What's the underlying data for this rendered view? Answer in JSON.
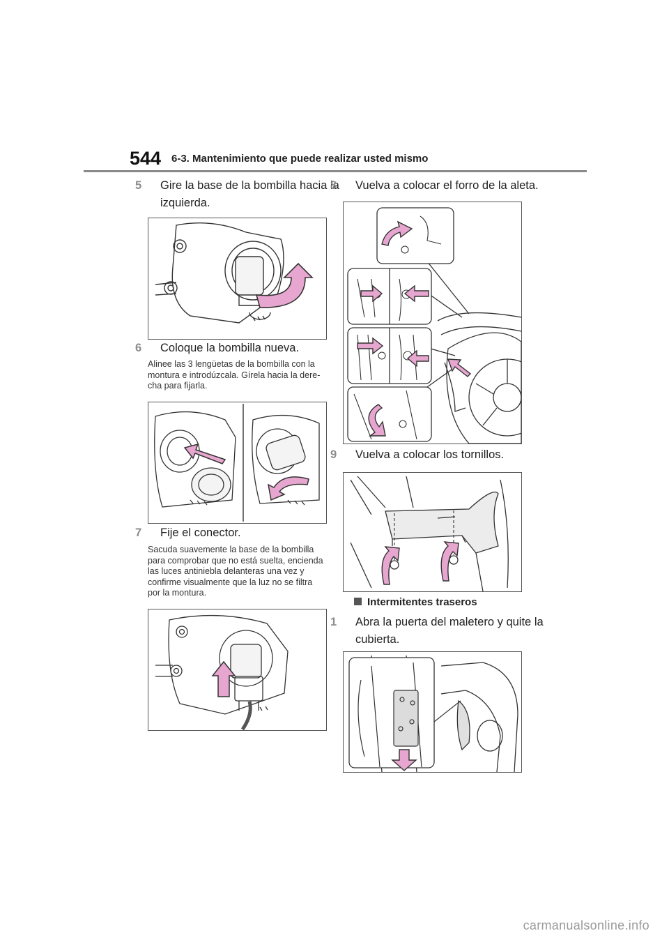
{
  "header": {
    "page_number": "544",
    "section_title": "6-3. Mantenimiento que puede realizar usted mismo"
  },
  "left_column": {
    "step5": {
      "num": "5",
      "text": "Gire la base de la bombilla hacia la izquierda."
    },
    "step6": {
      "num": "6",
      "text": "Coloque la bombilla nueva."
    },
    "step6_note": "Alinee las 3 lengüetas de la bombilla con la montura e introdúzcala. Gírela hacia la dere-cha para fijarla.",
    "step7": {
      "num": "7",
      "text": "Fije el conector."
    },
    "step7_note": "Sacuda suavemente la base de la bombilla para comprobar que no está suelta, encienda las luces antiniebla delanteras una vez y confirme visualmente que la luz no se filtra por la montura."
  },
  "right_column": {
    "step8": {
      "num": "8",
      "text": "Vuelva a colocar el forro de la aleta."
    },
    "step9": {
      "num": "9",
      "text": "Vuelva a colocar los tornillos."
    },
    "subsection": "Intermitentes traseros",
    "step1": {
      "num": "1",
      "text": "Abra la puerta del maletero y quite la cubierta."
    }
  },
  "colors": {
    "arrow_fill": "#e6a6cf",
    "arrow_stroke": "#333333",
    "step_number": "#8c8c8c",
    "header_rule": "#8a8a8a"
  },
  "watermark": "carmanualsonline.info"
}
